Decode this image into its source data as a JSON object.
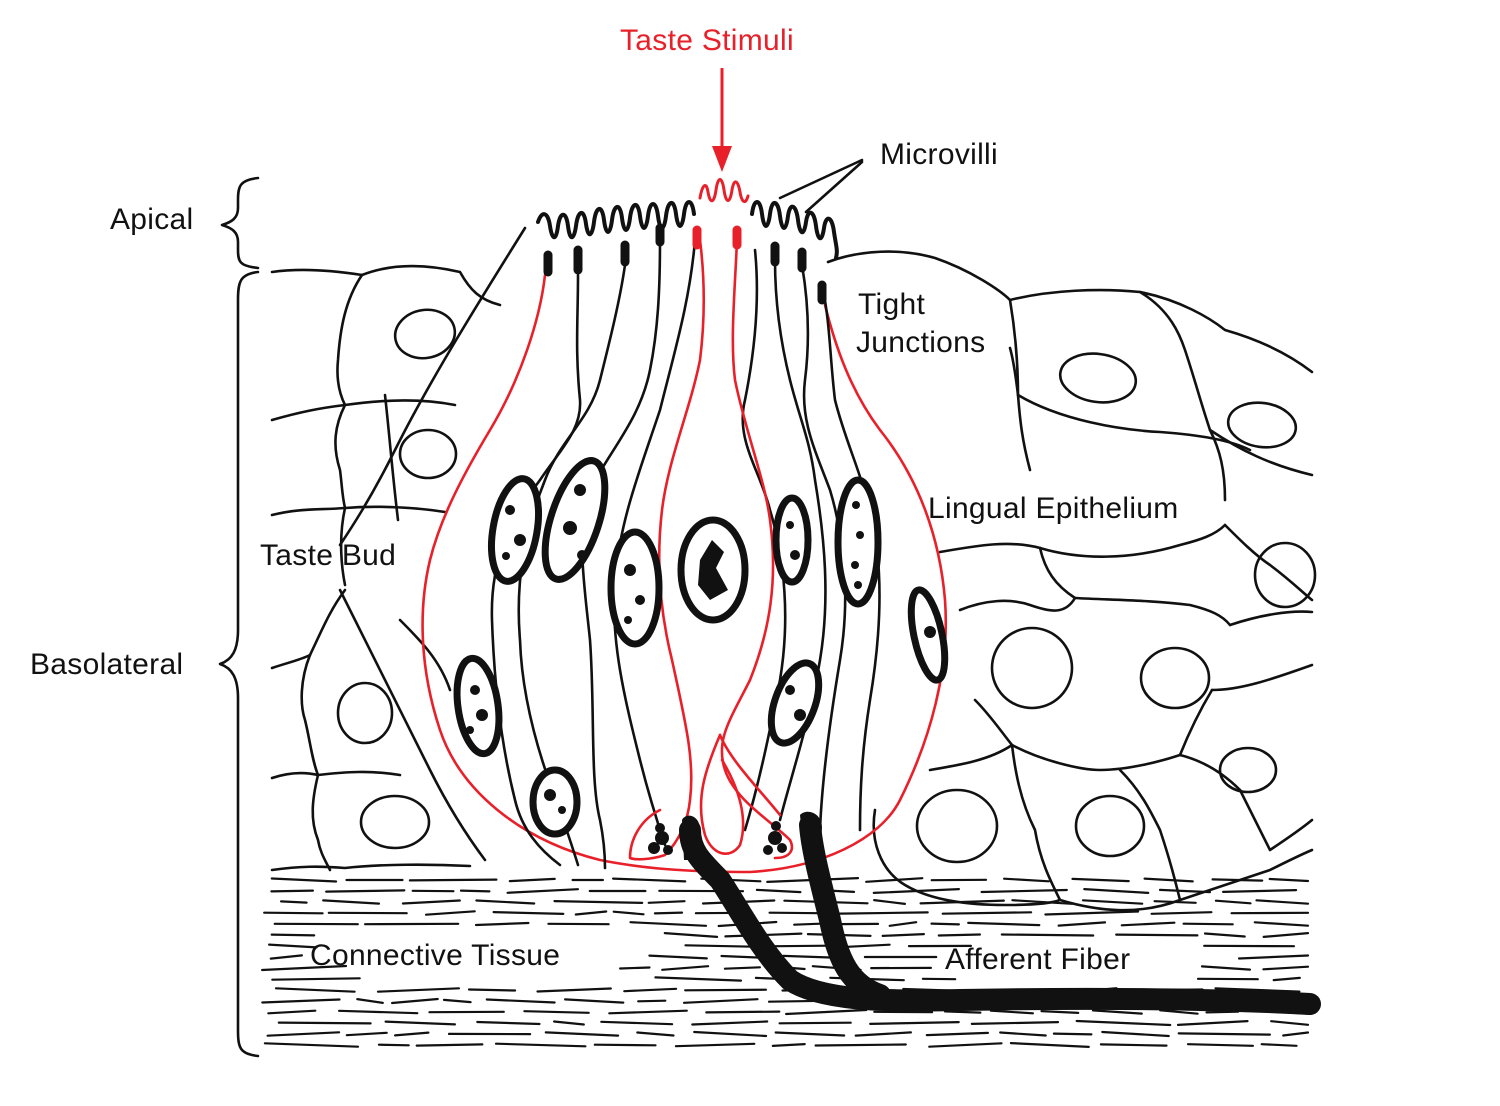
{
  "labels": {
    "taste_stimuli": "Taste Stimuli",
    "microvilli": "Microvilli",
    "apical": "Apical",
    "tight_junctions_line1": "Tight",
    "tight_junctions_line2": "Junctions",
    "lingual_epithelium": "Lingual Epithelium",
    "taste_bud": "Taste Bud",
    "basolateral": "Basolateral",
    "connective_tissue": "Connective Tissue",
    "afferent_fiber": "Afferent Fiber"
  },
  "colors": {
    "ink": "#111111",
    "highlight": "#e8202a",
    "background": "#ffffff"
  }
}
